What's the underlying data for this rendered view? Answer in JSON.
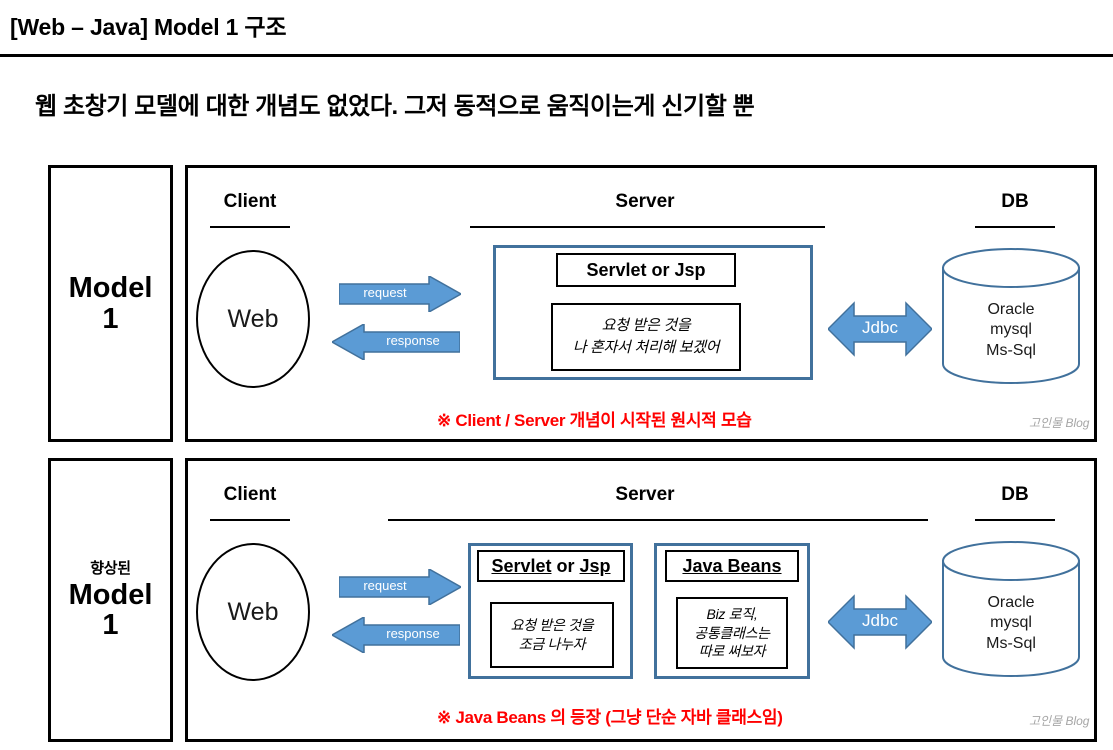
{
  "slide": {
    "title": "[Web – Java] Model 1 구조",
    "subtitle": "웹 초창기 모델에 대한 개념도 없었다. 그저 동적으로 움직이는게 신기할 뿐"
  },
  "colors": {
    "arrow_fill": "#5B9BD5",
    "arrow_stroke": "#41719C",
    "server_box_border": "#41719C",
    "db_stroke": "#41719C",
    "caption_red": "#FF0000",
    "watermark_gray": "#A6A6A6"
  },
  "panels": [
    {
      "side_label": {
        "small_top": "",
        "big": "Model\n1",
        "big_line1": "Model",
        "big_line2": "1"
      },
      "columns": {
        "client": "Client",
        "server": "Server",
        "db": "DB"
      },
      "client": {
        "node_label": "Web"
      },
      "arrows": {
        "request": "request",
        "response": "response",
        "jdbc": "Jdbc"
      },
      "server_boxes": [
        {
          "title": "Servlet or Jsp",
          "title_underlined_parts": [],
          "note_lines": [
            "요청 받은 것을",
            "나 혼자서 처리해 보겠어"
          ]
        }
      ],
      "db": {
        "lines": [
          "Oracle",
          "mysql",
          "Ms-Sql"
        ]
      },
      "caption": "※ Client / Server 개념이 시작된 원시적 모습",
      "watermark": "고인물 Blog"
    },
    {
      "side_label": {
        "small_top": "향상된",
        "big_line1": "Model",
        "big_line2": "1"
      },
      "columns": {
        "client": "Client",
        "server": "Server",
        "db": "DB"
      },
      "client": {
        "node_label": "Web"
      },
      "arrows": {
        "request": "request",
        "response": "response",
        "jdbc": "Jdbc"
      },
      "server_boxes": [
        {
          "title_html": "Servlet or Jsp",
          "title_part1": "Servlet",
          "title_mid": " or ",
          "title_part2": "Jsp",
          "note_lines": [
            "요청 받은 것을",
            "조금 나누자"
          ]
        },
        {
          "title_html": "Java Beans",
          "title_part1": "Java Beans",
          "note_lines": [
            "Biz 로직,",
            "공통클래스는",
            "따로 써보자"
          ]
        }
      ],
      "db": {
        "lines": [
          "Oracle",
          "mysql",
          "Ms-Sql"
        ]
      },
      "caption": "※ Java Beans 의 등장 (그냥 단순 자바 클래스임)",
      "watermark": "고인물 Blog"
    }
  ]
}
